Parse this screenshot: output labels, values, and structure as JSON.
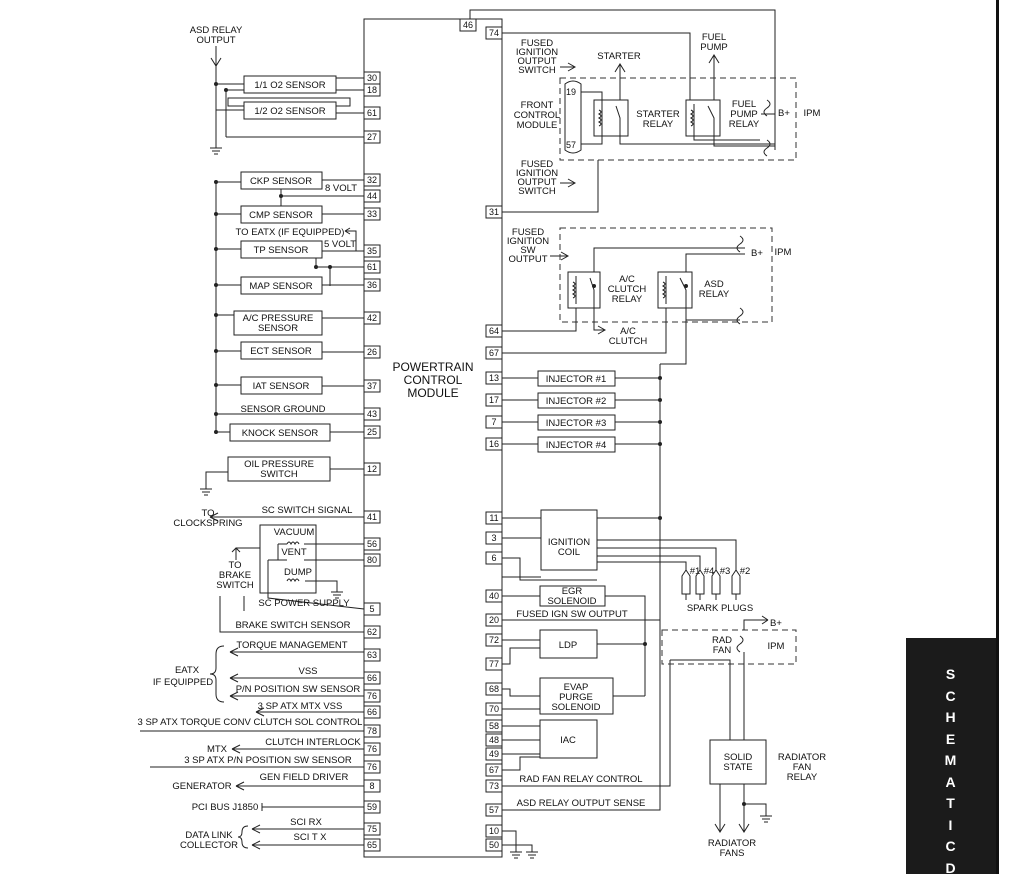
{
  "pcm": {
    "title": [
      "POWERTRAIN",
      "CONTROL",
      "MODULE"
    ]
  },
  "left_inputs": [
    {
      "label": "1/1 O2 SENSOR",
      "pin": "30"
    },
    {
      "label": "",
      "pin": "18"
    },
    {
      "label": "1/2 O2 SENSOR",
      "pin": "61"
    },
    {
      "label": "",
      "pin": "27"
    },
    {
      "label": "CKP SENSOR",
      "pin": "32"
    },
    {
      "label": "",
      "pin": "44"
    },
    {
      "label": "CMP SENSOR",
      "pin": "33"
    },
    {
      "label": "TP SENSOR",
      "pin": "35"
    },
    {
      "label": "",
      "pin": "61"
    },
    {
      "label": "MAP SENSOR",
      "pin": "36"
    },
    {
      "label": "A/C PRESSURE SENSOR",
      "pin": "42"
    },
    {
      "label": "ECT SENSOR",
      "pin": "26"
    },
    {
      "label": "IAT SENSOR",
      "pin": "37"
    },
    {
      "label": "SENSOR GROUND",
      "pin": "43"
    },
    {
      "label": "KNOCK SENSOR",
      "pin": "25"
    },
    {
      "label": "OIL PRESSURE SWITCH",
      "pin": "12"
    }
  ],
  "left_signals": [
    {
      "label": "SC SWITCH SIGNAL",
      "pin": "41"
    },
    {
      "label": "",
      "pin": "56"
    },
    {
      "label": "",
      "pin": "80"
    },
    {
      "label": "SC POWER SUPPLY",
      "pin": "5"
    },
    {
      "label": "BRAKE SWITCH SENSOR",
      "pin": "62"
    },
    {
      "label": "TORQUE MANAGEMENT",
      "pin": "63"
    },
    {
      "label": "VSS",
      "pin": "66"
    },
    {
      "label": "P/N POSITION SW  SENSOR",
      "pin": "76"
    },
    {
      "label": "3 SP ATX MTX VSS",
      "pin": "66"
    },
    {
      "label": "3 SP ATX TORQUE CONV CLUTCH SOL CONTROL",
      "pin": "78"
    },
    {
      "label": "CLUTCH INTERLOCK",
      "pin": "76"
    },
    {
      "label": "3 SP ATX  P/N POSITION SW  SENSOR",
      "pin": "76"
    },
    {
      "label": "GEN FIELD DRIVER",
      "pin": "8"
    },
    {
      "label": "PCI BUS J1850",
      "pin": "59"
    },
    {
      "label": "SCI RX",
      "pin": "75"
    },
    {
      "label": "SCI T X",
      "pin": "65"
    }
  ],
  "left_labels": {
    "asd_relay_output": [
      "ASD RELAY",
      "OUTPUT"
    ],
    "volt8": "8 VOLT",
    "volt5": "5 VOLT",
    "to_eatx": "TO EATX (IF EQUIPPED)",
    "to_clockspring": [
      "TO",
      "CLOCKSPRING"
    ],
    "to_brake_switch": [
      "TO",
      "BRAKE",
      "SWITCH"
    ],
    "vacuum": "VACUUM",
    "vent": "VENT",
    "dump": "DUMP",
    "eatx": [
      "EATX",
      "IF EQUIPPED"
    ],
    "mtx": "MTX",
    "generator": "GENERATOR",
    "data_link": [
      "DATA LINK",
      "COLLECTOR"
    ]
  },
  "right_pins": [
    {
      "label": "",
      "pin": "46"
    },
    {
      "label": "",
      "pin": "74"
    },
    {
      "label": "",
      "pin": "31"
    },
    {
      "label": "",
      "pin": "64"
    },
    {
      "label": "",
      "pin": "67"
    },
    {
      "label": "INJECTOR #1",
      "pin": "13"
    },
    {
      "label": "INJECTOR #2",
      "pin": "17"
    },
    {
      "label": "INJECTOR #3",
      "pin": "7"
    },
    {
      "label": "INJECTOR #4",
      "pin": "16"
    },
    {
      "label": "",
      "pin": "11"
    },
    {
      "label": "",
      "pin": "3"
    },
    {
      "label": "",
      "pin": "6"
    },
    {
      "label": "",
      "pin": "40"
    },
    {
      "label": "FUSED IGN SW OUTPUT",
      "pin": "20"
    },
    {
      "label": "",
      "pin": "72"
    },
    {
      "label": "",
      "pin": "77"
    },
    {
      "label": "",
      "pin": "68"
    },
    {
      "label": "",
      "pin": "70"
    },
    {
      "label": "",
      "pin": "58"
    },
    {
      "label": "",
      "pin": "48"
    },
    {
      "label": "",
      "pin": "49"
    },
    {
      "label": "",
      "pin": "67"
    },
    {
      "label": "RAD FAN RELAY CONTROL",
      "pin": "73"
    },
    {
      "label": "ASD RELAY OUTPUT SENSE",
      "pin": "57"
    },
    {
      "label": "",
      "pin": "10"
    },
    {
      "label": "",
      "pin": "50"
    }
  ],
  "right_labels": {
    "fused_ign_out_1": [
      "FUSED",
      "IGNITION",
      "OUTPUT",
      "SWITCH"
    ],
    "front_control": [
      "FRONT",
      "CONTROL",
      "MODULE"
    ],
    "fused_ign_out_2": [
      "FUSED",
      "IGNITION",
      "OUTPUT",
      "SWITCH"
    ],
    "starter": "STARTER",
    "fuel_pump": [
      "FUEL",
      "PUMP"
    ],
    "starter_relay": [
      "STARTER",
      "RELAY"
    ],
    "fuel_pump_relay": [
      "FUEL",
      "PUMP",
      "RELAY"
    ],
    "bplus": "B+",
    "ipm": "IPM",
    "fmc_pin_19": "19",
    "fmc_pin_57": "57",
    "fused_ign_sw_out": [
      "FUSED",
      "IGNITION",
      "SW",
      "OUTPUT"
    ],
    "ac_clutch_relay": [
      "A/C",
      "CLUTCH",
      "RELAY"
    ],
    "asd_relay": [
      "ASD",
      "RELAY"
    ],
    "ac_clutch": [
      "A/C",
      "CLUTCH"
    ],
    "ignition_coil": [
      "IGNITION",
      "COIL"
    ],
    "spark_plug_nums": [
      "#1",
      "#4",
      "#3",
      "#2"
    ],
    "spark_plugs": "SPARK PLUGS",
    "egr": [
      "EGR",
      "SOLENOID"
    ],
    "ldp": "LDP",
    "evap": [
      "EVAP",
      "PURGE",
      "SOLENOID"
    ],
    "iac": "IAC",
    "rad_fan": [
      "RAD",
      "FAN"
    ],
    "solid_state": [
      "SOLID",
      "STATE"
    ],
    "rad_fan_relay": [
      "RADIATOR",
      "FAN",
      "RELAY"
    ],
    "radiator_fans": [
      "RADIATOR",
      "FANS"
    ]
  },
  "side_tab": [
    "S",
    "C",
    "H",
    "E",
    "M",
    "A",
    "T",
    "I",
    "C",
    "D"
  ]
}
